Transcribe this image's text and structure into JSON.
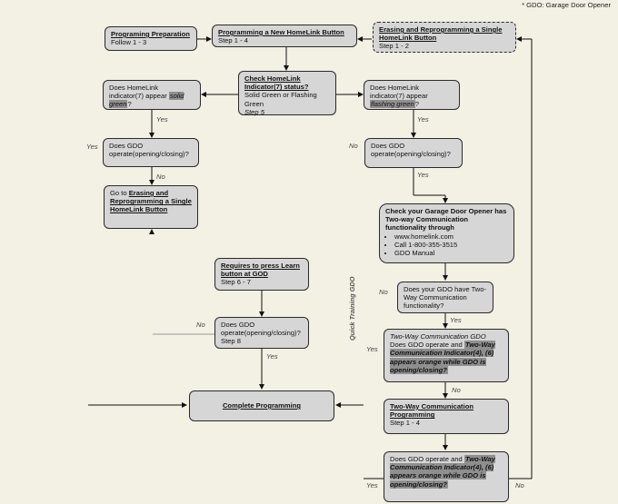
{
  "legend": "* GDO: Garage Door Opener",
  "side_label": "Quick Training GDO",
  "boxes": {
    "prep": {
      "title": "Programing Preparation",
      "sub": "Follow 1 - 3"
    },
    "new_btn": {
      "title": "Programming a New HomeLink Button",
      "sub": "Step 1 - 4"
    },
    "erase": {
      "title": "Erasing and Reprogramming a Single HomeLink Button",
      "sub": "Step 1 - 2"
    },
    "check": {
      "title": "Check HomeLink Indicator(7) status?",
      "line1": "Solid Green or Flashing Green",
      "sub": "Step 5"
    },
    "solid": {
      "text": "Does HomeLink indicator(7) appear ",
      "hl": "solid green",
      "end": "?"
    },
    "flash": {
      "text": "Does HomeLink indicator(7) appear ",
      "hl": "flashing green",
      "end": "?"
    },
    "gdo_left": {
      "text": "Does GDO operate(opening/closing)?"
    },
    "gdo_right": {
      "text": "Does GDO operate(opening/closing)?"
    },
    "goto": {
      "pre": "Go to ",
      "title": "Erasing and Reprogramming a Single HomeLink Button"
    },
    "check_twoway": {
      "title": "Check your Garage Door Opener has Two-way Communication functionality through",
      "items": [
        "www.homelink.com",
        "Call 1-800-355-3515",
        "GDO Manual"
      ]
    },
    "has_twoway": {
      "text": "Does your GDO have Two-Way Communication functionality?"
    },
    "learn": {
      "title": "Requires to press Learn button at GOD",
      "sub": "Step 6 - 7"
    },
    "gdo_step8": {
      "text": "Does GDO operate(opening/closing)?",
      "sub": "Step 8"
    },
    "twoway_q": {
      "head": "Two-Way Communication GDO",
      "pre": "Does GDO operate and ",
      "hl": "Two-Way Communication Indicator(4), (6) appears orange while GDO is opening/closing?"
    },
    "twoway_prog": {
      "title": "Two-Way Communication Programming",
      "sub": "Step 1 - 4"
    },
    "final_q": {
      "pre": "Does GDO operate and ",
      "hl": "Two-Way Communication Indicator(4), (6) appears orange while GDO is opening/closing?"
    },
    "complete": {
      "title": "Complete Programming"
    }
  },
  "labels": {
    "yes": "Yes",
    "no": "No"
  }
}
